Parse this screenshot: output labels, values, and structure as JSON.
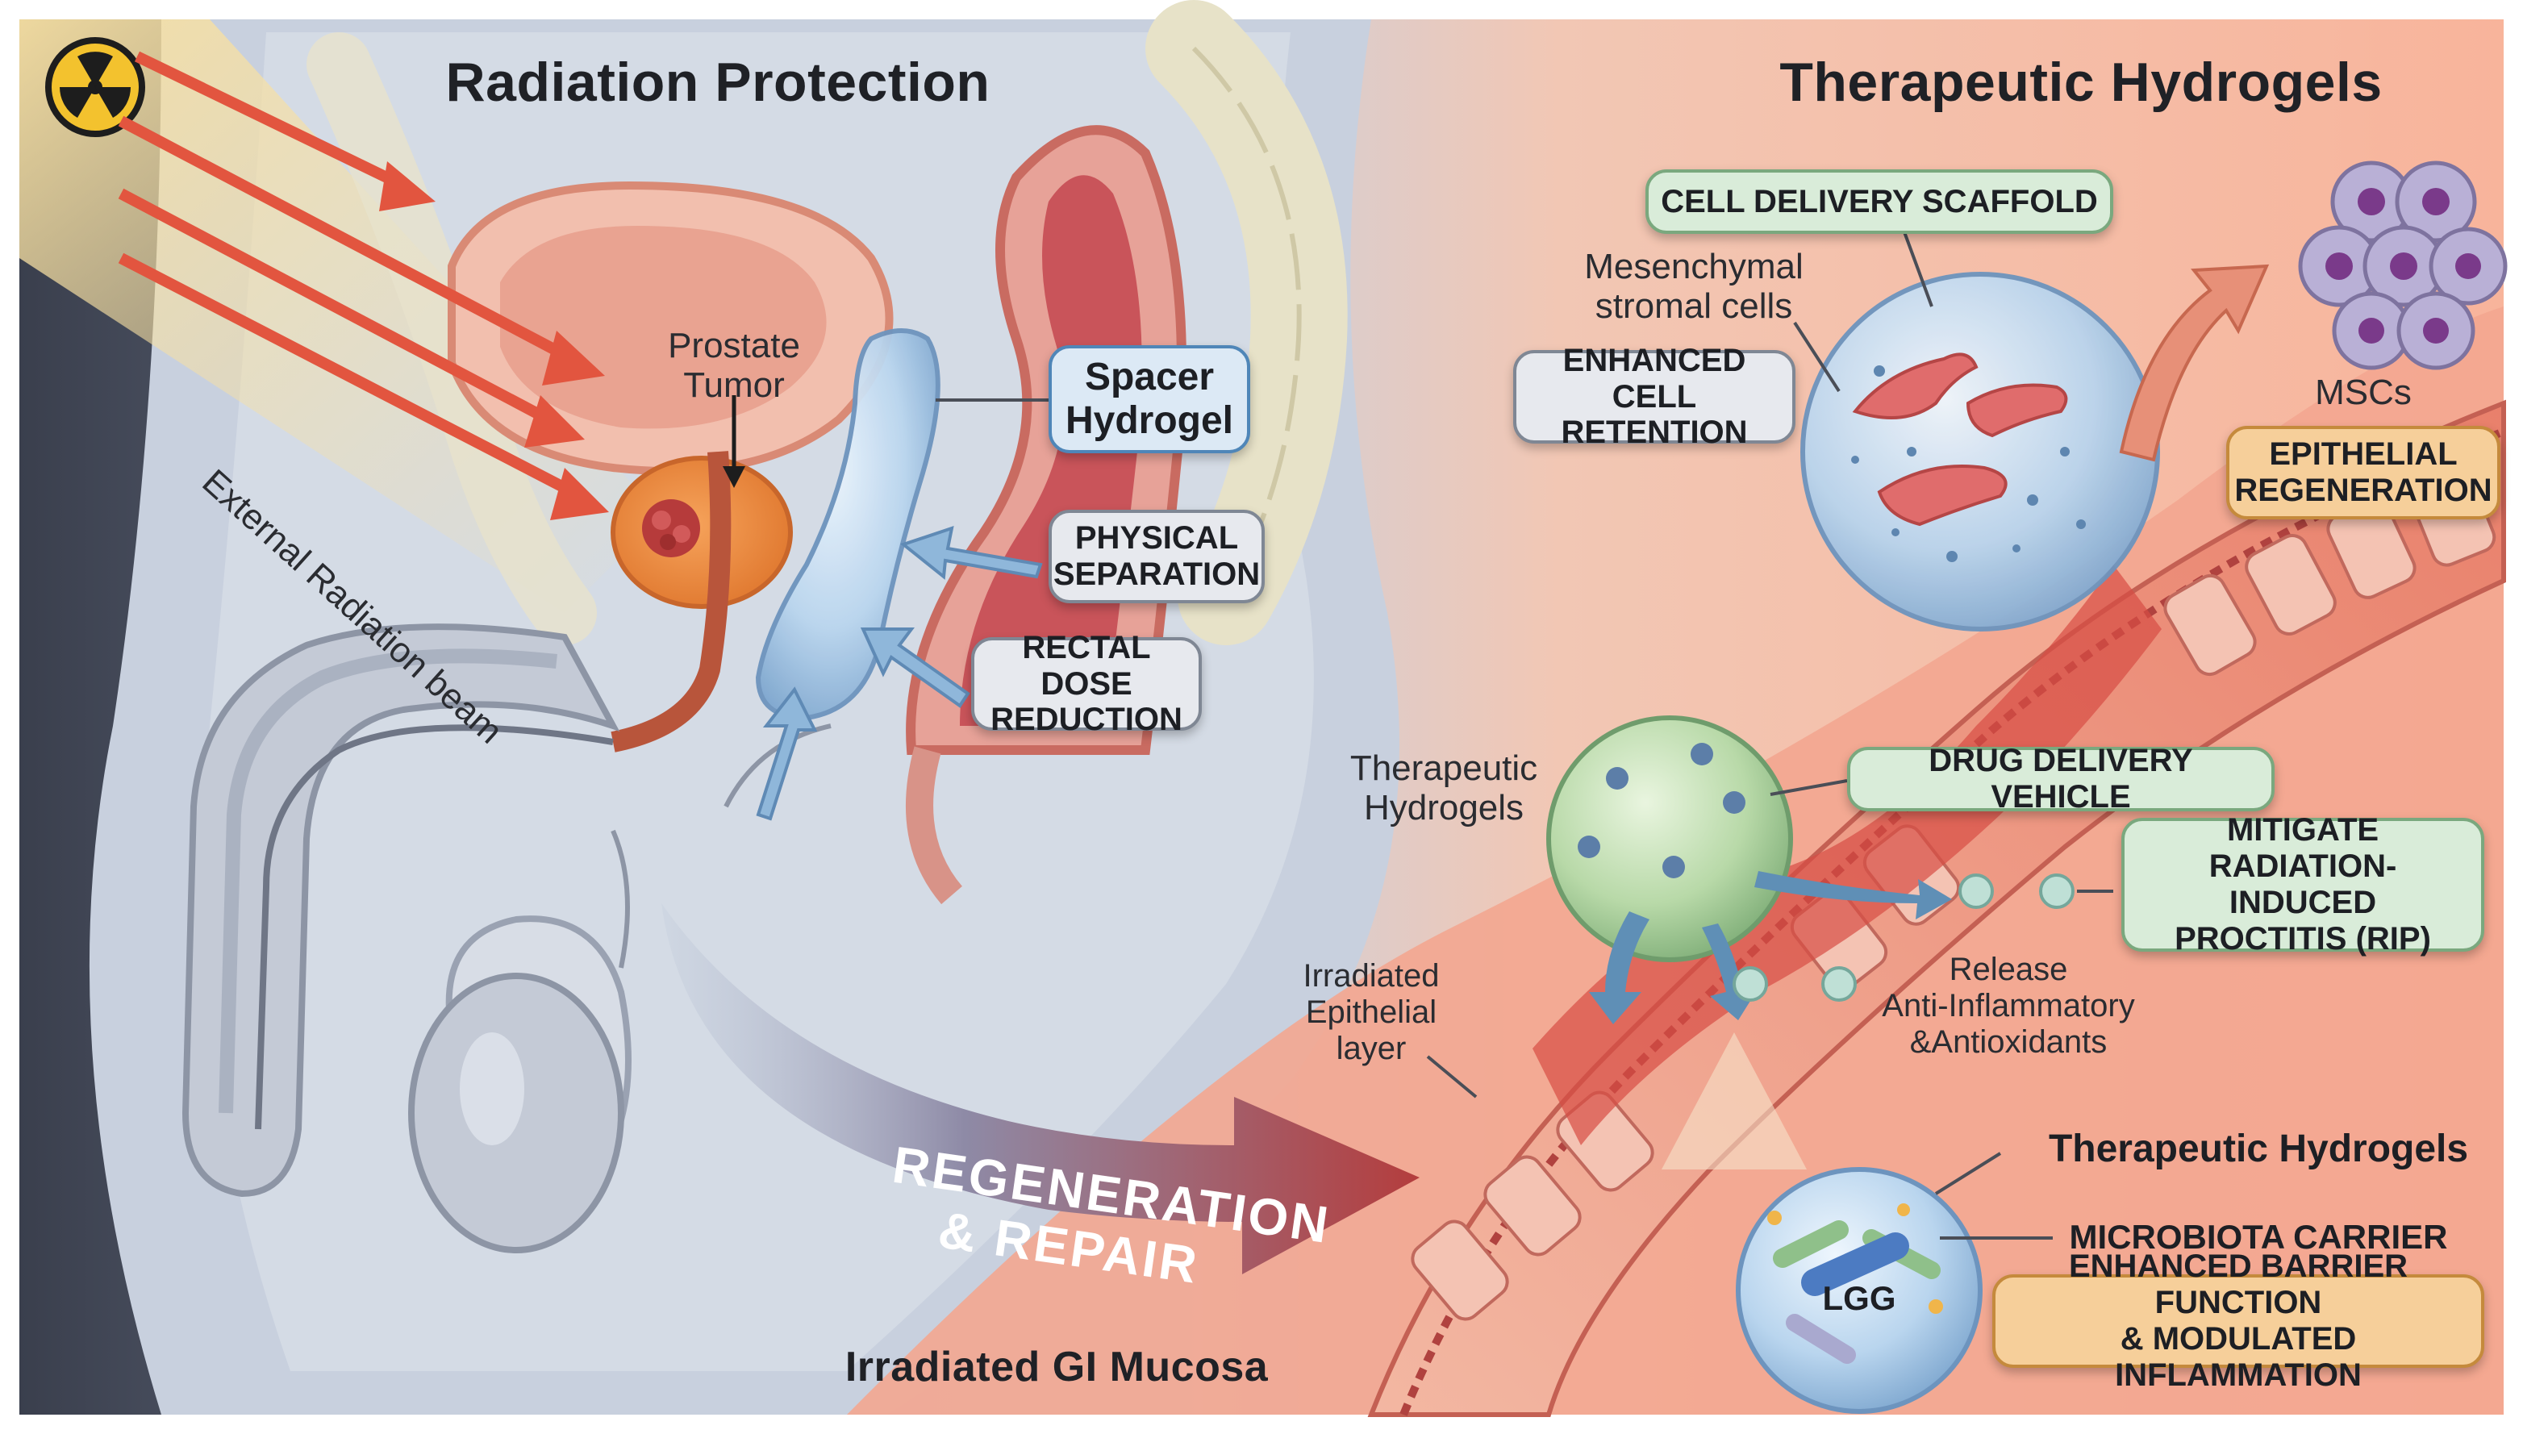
{
  "titles": {
    "left": "Radiation Protection",
    "right": "Therapeutic Hydrogels"
  },
  "left_panel": {
    "beam_label": "External Radiation beam",
    "prostate_label": "Prostate\nTumor",
    "spacer_label": "Spacer\nHydrogel",
    "physical_separation": "PHYSICAL\nSEPARATION",
    "rectal_dose": "RECTAL DOSE\nREDUCTION"
  },
  "center": {
    "regeneration": "REGENERATION\n& REPAIR",
    "gi_mucosa": "Irradiated GI Mucosa"
  },
  "right_panel": {
    "cell_scaffold": "CELL DELIVERY SCAFFOLD",
    "msc_label": "Mesenchymal\nstromal cells",
    "retention": "ENHANCED\nCELL RETENTION",
    "mscs": "MSCs",
    "epithelial_regen": "EPITHELIAL\nREGENERATION",
    "ther_hydrogels_label": "Therapeutic\nHydrogels",
    "drug_delivery": "DRUG DELIVERY VEHICLE",
    "mitigate": "MITIGATE\nRADIATION-INDUCED\nPROCTITIS (RIP)",
    "irradiated_layer": "Irradiated\nEpithelial\nlayer",
    "release": "Release\nAnti-Inflammatory\n&Antioxidants",
    "hydrogels_bold": "Therapeutic Hydrogels",
    "microbiota": "MICROBIOTA CARRIER",
    "lgg": "LGG",
    "barrier": "ENHANCED BARRIER FUNCTION\n& MODULATED INFLAMMATION"
  },
  "colors": {
    "beam": "#e2553f",
    "hydrogel_blue": "#a9c9e6",
    "tissue_red": "#d9534f",
    "warm_bg": "#f6b49a",
    "cool_bg": "#c5cfe0"
  }
}
